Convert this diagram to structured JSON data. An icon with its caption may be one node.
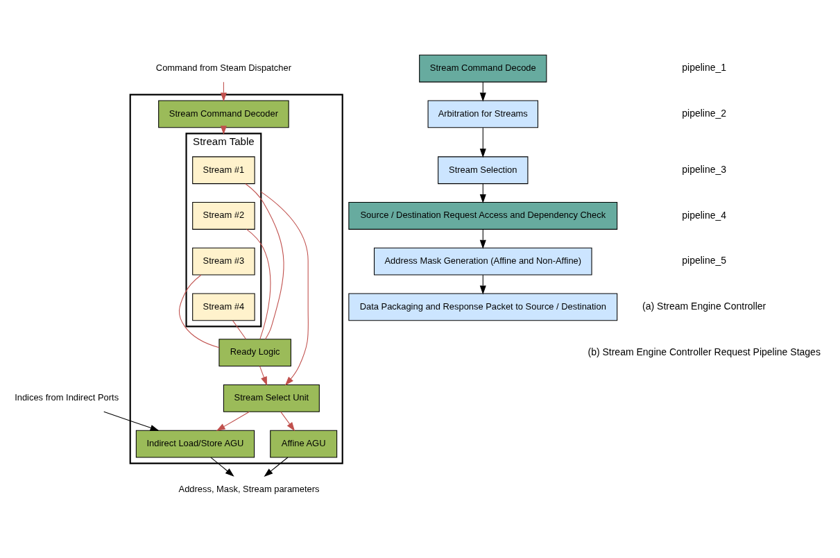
{
  "diagram": {
    "nodes": [
      {
        "text": [],
        "shape": "box"
      },
      {
        "text": [
          "Command from Steam Dispatcher"
        ]
      },
      {
        "text": [
          "Stream Command Decoder"
        ],
        "in": 0
      },
      {
        "text": [
          "Stream Table"
        ],
        "in": 0
      },
      {
        "text": [
          "Stream #1"
        ],
        "in": 3
      },
      {
        "text": [
          "Stream #2"
        ],
        "in": 3
      },
      {
        "text": [
          "Stream #3"
        ],
        "in": 3
      },
      {
        "text": [
          "Stream #4"
        ],
        "in": 3
      },
      {
        "text": [
          "Ready Logic"
        ],
        "in": 0
      },
      {
        "text": [
          "Stream Select Unit"
        ],
        "in": 0
      },
      {
        "text": [
          "Affine AGU"
        ],
        "in": 0
      },
      {
        "text": [
          "Indirect Load/Store AGU"
        ],
        "in": 0
      },
      {
        "text": [
          "Indices from Indirect Ports"
        ]
      },
      {
        "text": [
          "Address, Mask, Stream parameters"
        ]
      },
      {
        "text": [
          "Stream Command Decode"
        ]
      },
      {
        "text": [
          "Arbitration for Streams"
        ]
      },
      {
        "text": [
          "Stream Selection"
        ]
      },
      {
        "text": [
          "Source / Destination Request Access and Dependency Check"
        ]
      },
      {
        "text": [
          "Address Mask Generation (Affine and Non-Affine)"
        ]
      },
      {
        "text": [
          "Data Packaging and Response Packet to Source / Destination"
        ]
      }
    ],
    "edges": [
      {
        "from": 1,
        "to": 2,
        "arrow": "to"
      },
      {
        "from": 2,
        "to": 3,
        "arrow": "to"
      },
      {
        "from": 4,
        "to": 8,
        "arrow": "none"
      },
      {
        "from": 5,
        "to": 8,
        "arrow": "none"
      },
      {
        "from": 6,
        "to": 8,
        "arrow": "none"
      },
      {
        "from": 7,
        "to": 8,
        "arrow": "none"
      },
      {
        "from": 3,
        "to": 9,
        "arrow": "to"
      },
      {
        "from": 8,
        "to": 9,
        "arrow": "to"
      },
      {
        "from": 9,
        "to": 10,
        "arrow": "to"
      },
      {
        "from": 9,
        "to": 11,
        "arrow": "to"
      },
      {
        "from": 12,
        "to": 11,
        "arrow": "to",
        "color": "#000000"
      },
      {
        "from": 10,
        "to": 13,
        "arrow": "to",
        "color": "#000000"
      },
      {
        "from": 11,
        "to": 13,
        "arrow": "to",
        "color": "#000000"
      },
      {
        "from": 14,
        "to": 15,
        "arrow": "to",
        "color": "#000000"
      },
      {
        "from": 15,
        "to": 16,
        "arrow": "to",
        "color": "#000000"
      },
      {
        "from": 16,
        "to": 17,
        "arrow": "to",
        "color": "#000000"
      },
      {
        "from": 17,
        "to": 18,
        "arrow": "to",
        "color": "#000000"
      },
      {
        "from": 18,
        "to": 19,
        "arrow": "to",
        "color": "#000000"
      }
    ],
    "labels": [
      "pipeline_1",
      "pipeline_2",
      "pipeline_3",
      "pipeline_4",
      "pipeline_5",
      "(a) Stream Engine Controller",
      "(b) Stream Engine Controller Request Pipeline Stages"
    ]
  }
}
